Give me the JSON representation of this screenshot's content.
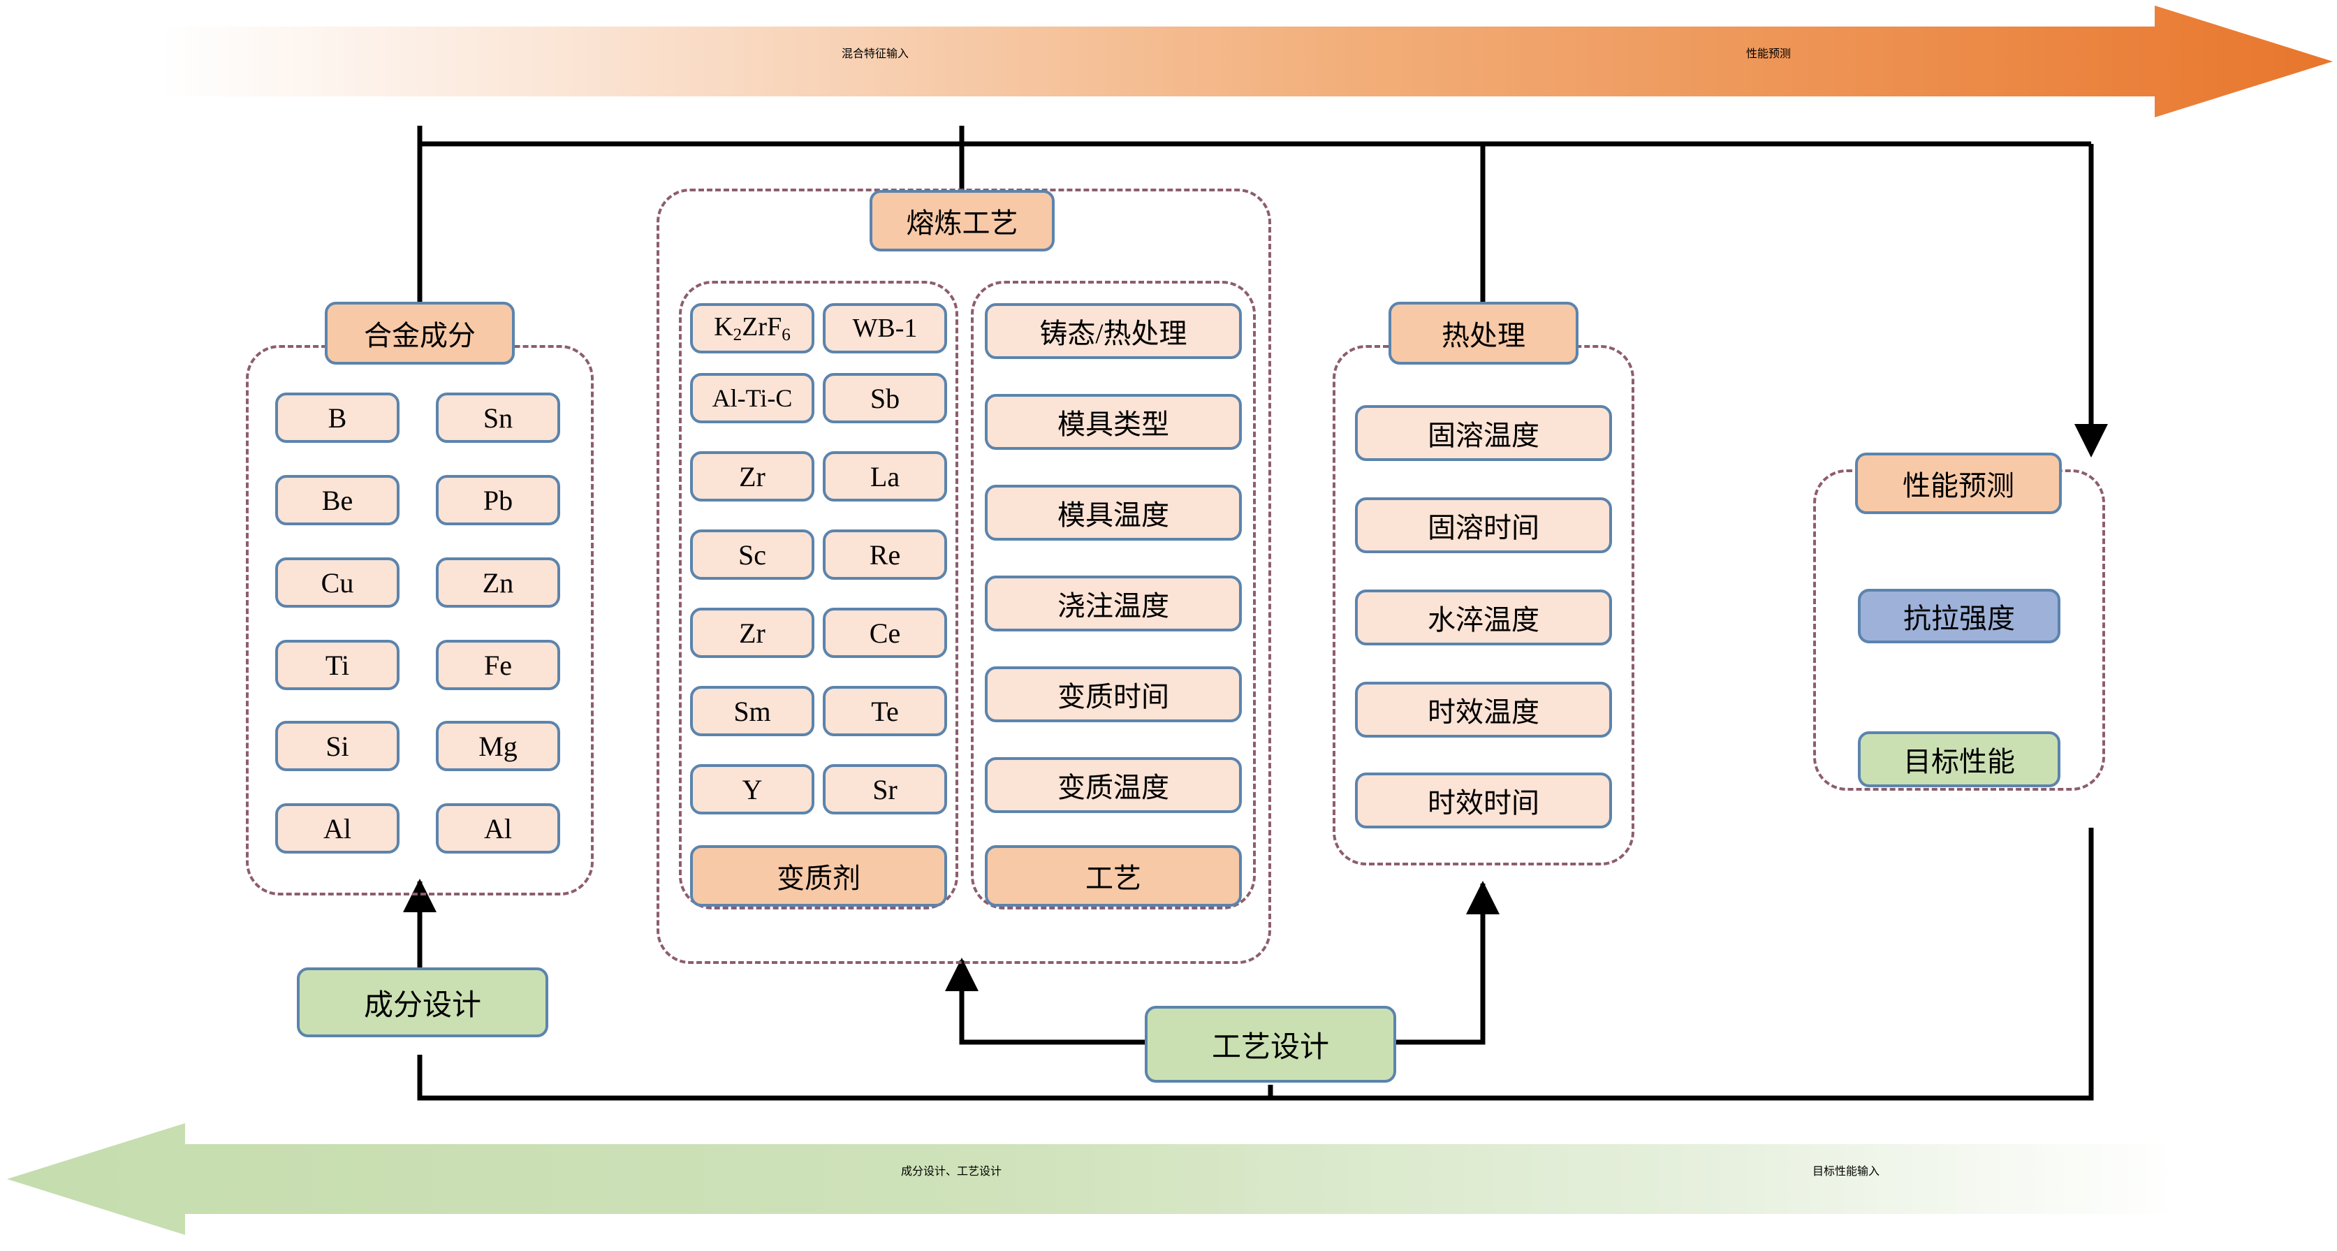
{
  "banners": {
    "top": {
      "left_label": "混合特征输入",
      "right_label": "性能预测",
      "color_start": "#ffffff",
      "color_end": "#e8762c",
      "direction": "right"
    },
    "bottom": {
      "left_label": "成分设计、工艺设计",
      "right_label": "目标性能输入",
      "color_start": "#c5ddae",
      "color_end": "#ffffff",
      "direction": "left"
    }
  },
  "colors": {
    "header_fill": "#f7c9a7",
    "item_fill": "#fbe3d5",
    "blue_fill": "#9db1d9",
    "green_fill": "#cbe0b2",
    "node_border": "#5b84ad",
    "group_border": "#8d5d6e",
    "wire": "#000000"
  },
  "groups": {
    "alloy": {
      "header": "合金成分",
      "left_column": [
        "B",
        "Be",
        "Cu",
        "Ti",
        "Si",
        "Al"
      ],
      "right_column": [
        "Sn",
        "Pb",
        "Zn",
        "Fe",
        "Mg",
        "Al"
      ]
    },
    "melting": {
      "header": "熔炼工艺",
      "modifier": {
        "footer": "变质剂",
        "left_column": [
          "K₂ZrF₆",
          "Al-Ti-C",
          "Zr",
          "Sc",
          "Zr",
          "Sm",
          "Y"
        ],
        "right_column": [
          "WB-1",
          "Sb",
          "La",
          "Re",
          "Ce",
          "Te",
          "Sr"
        ]
      },
      "process": {
        "footer": "工艺",
        "items": [
          "铸态/热处理",
          "模具类型",
          "模具温度",
          "浇注温度",
          "变质时间",
          "变质温度"
        ]
      }
    },
    "heat_treatment": {
      "header": "热处理",
      "items": [
        "固溶温度",
        "固溶时间",
        "水淬温度",
        "时效温度",
        "时效时间"
      ]
    },
    "prediction": {
      "header": "性能预测",
      "property": "抗拉强度",
      "target": "目标性能"
    }
  },
  "design_nodes": {
    "composition_design": "成分设计",
    "process_design": "工艺设计"
  }
}
